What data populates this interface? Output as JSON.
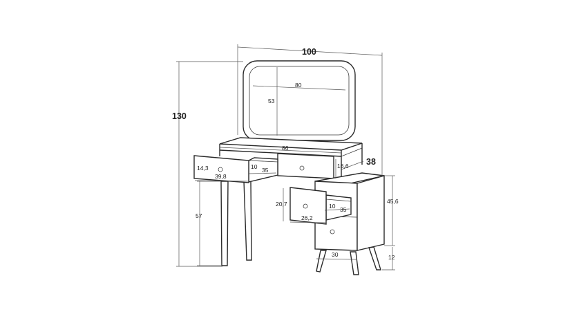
{
  "diagram": {
    "dimensions": {
      "total_width": "100",
      "total_height": "130",
      "depth": "38",
      "mirror_width": "80",
      "mirror_height": "53",
      "top_width": "86",
      "left_drawer_height": "14,3",
      "left_drawer_inner_height": "10",
      "left_drawer_depth": "35",
      "left_drawer_width": "39,8",
      "center_drawer_height": "16,6",
      "leg_height": "57",
      "cabinet_height": "45,6",
      "cabinet_drawer_height": "20,7",
      "cabinet_drawer_inner_height": "10",
      "cabinet_drawer_depth": "35",
      "cabinet_drawer_width": "26,2",
      "cabinet_width": "30",
      "cabinet_leg_height": "12"
    }
  }
}
